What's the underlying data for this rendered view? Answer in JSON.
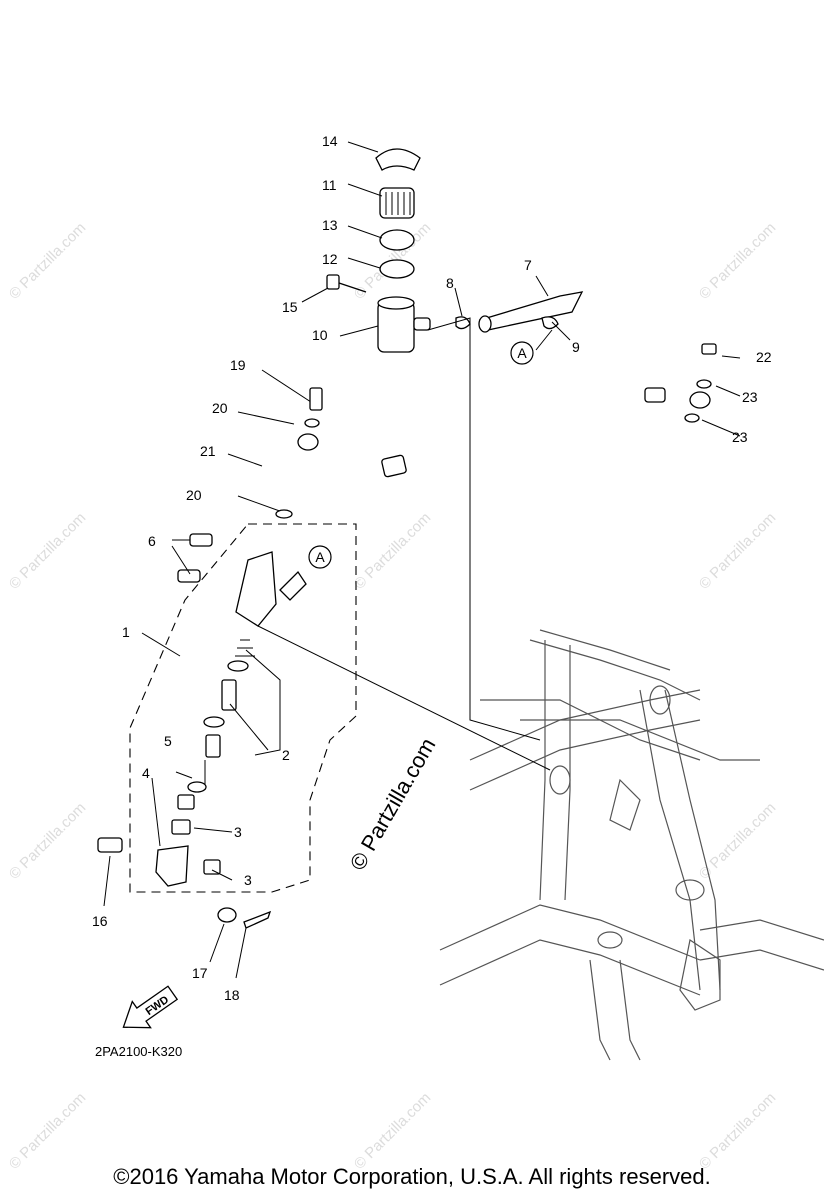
{
  "diagram": {
    "code": "2PA2100-K320",
    "fwd_label": "FWD",
    "center_watermark": "© Partzilla.com",
    "watermark": "© Partzilla.com",
    "callouts": [
      "1",
      "2",
      "3",
      "3",
      "4",
      "5",
      "6",
      "7",
      "8",
      "9",
      "10",
      "11",
      "12",
      "13",
      "14",
      "15",
      "16",
      "17",
      "18",
      "19",
      "20",
      "20",
      "21",
      "22",
      "23",
      "23"
    ],
    "ref_marks": [
      "A",
      "A"
    ]
  },
  "footer": {
    "copyright": "©2016 Yamaha Motor Corporation, U.S.A. All rights reserved."
  }
}
